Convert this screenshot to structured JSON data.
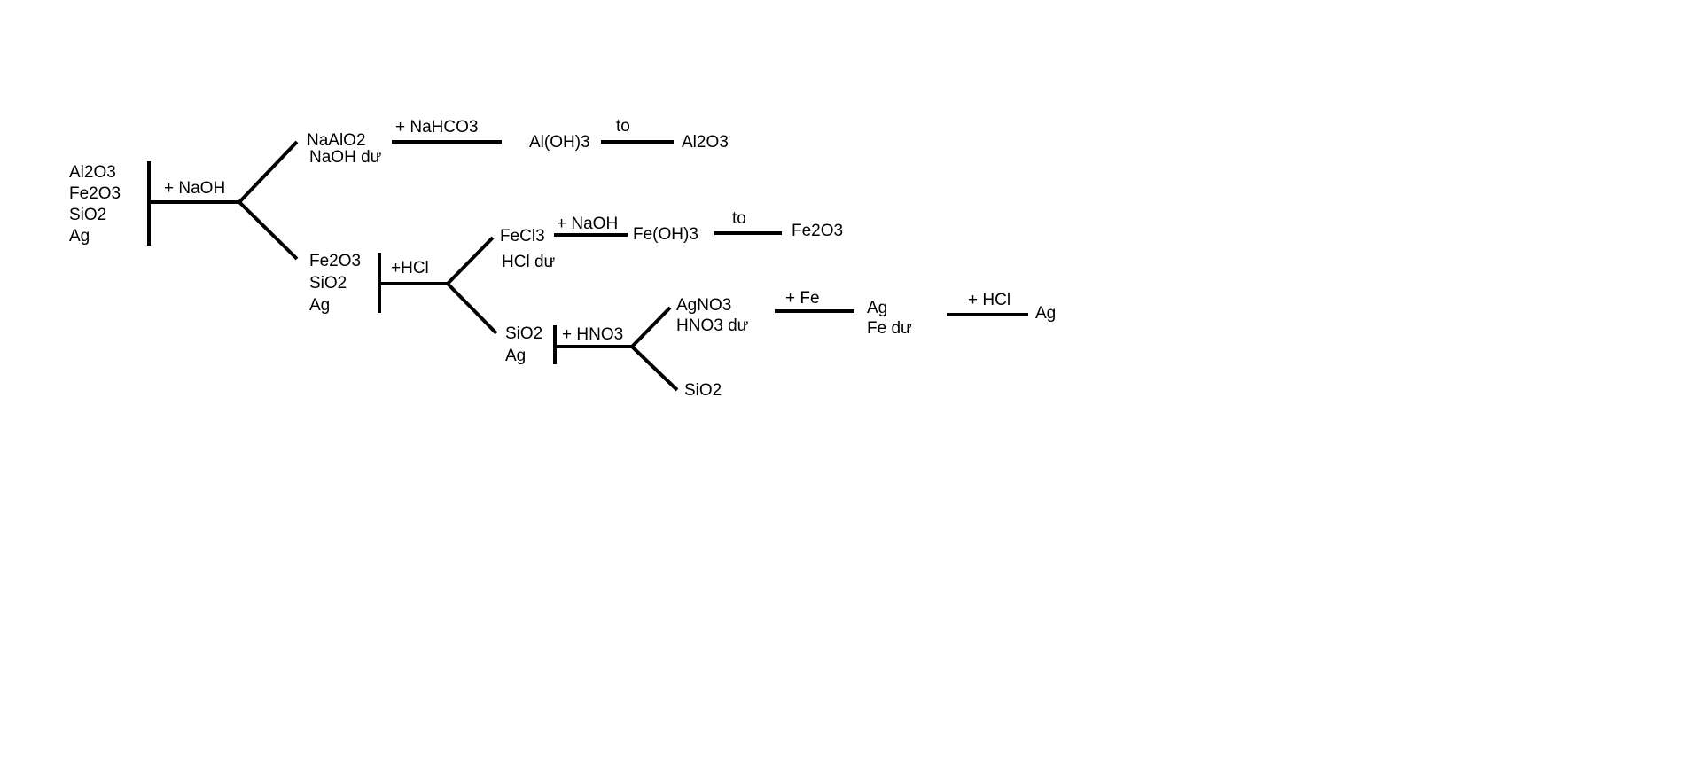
{
  "start_mixture": [
    "Al2O3",
    "Fe2O3",
    "SiO2",
    "Ag"
  ],
  "step1": {
    "reagent": "+ NaOH",
    "filtrate": [
      "NaAlO2",
      "NaOH dư"
    ],
    "residue": [
      "Fe2O3",
      "SiO2",
      "Ag"
    ]
  },
  "al_branch": {
    "reagent1": "+ NaHCO3",
    "product1": "Al(OH)3",
    "reagent2": "to",
    "product2": "Al2O3"
  },
  "step2": {
    "reagent": "+HCl",
    "filtrate": [
      "FeCl3",
      "HCl dư"
    ],
    "residue": [
      "SiO2",
      "Ag"
    ]
  },
  "fe_branch": {
    "reagent1": "+ NaOH",
    "product1": "Fe(OH)3",
    "reagent2": "to",
    "product2": "Fe2O3"
  },
  "step3": {
    "reagent": "+ HNO3",
    "filtrate": [
      "AgNO3",
      "HNO3 dư"
    ],
    "residue": "SiO2"
  },
  "ag_branch": {
    "reagent1": "+ Fe",
    "product1": [
      "Ag",
      "Fe dư"
    ],
    "reagent2": "+ HCl",
    "product2": "Ag"
  }
}
